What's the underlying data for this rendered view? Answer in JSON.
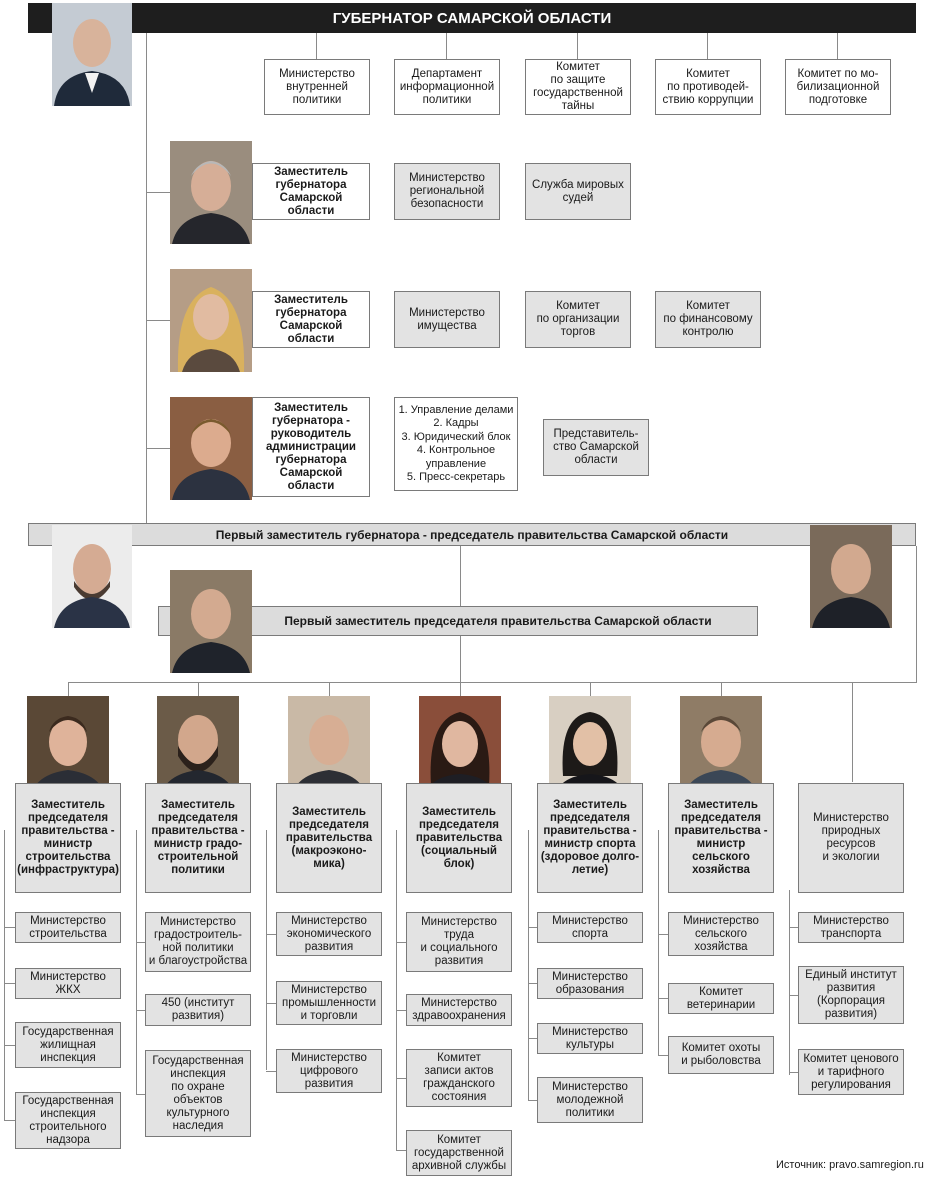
{
  "header": {
    "title": "ГУБЕРНАТОР САМАРСКОЙ ОБЛАСТИ"
  },
  "governor_units": [
    "Министерство\nвнутренней\nполитики",
    "Департамент\nинформационной\nполитики",
    "Комитет\nпо защите\nгосударственной\nтайны",
    "Комитет\nпо противодей-\nствию коррупции",
    "Комитет по мо-\nбилизационной\nподготовке"
  ],
  "deputies": [
    {
      "title": "Заместитель\nгубернатора\nСамарской\nобласти",
      "units": [
        "Министерство\nрегиональной\nбезопасности",
        "Служба мировых\nсудей"
      ]
    },
    {
      "title": "Заместитель\nгубернатора\nСамарской\nобласти",
      "units": [
        "Министерство\nимущества",
        "Комитет\nпо организации\nторгов",
        "Комитет\nпо финансовому\nконтролю"
      ]
    },
    {
      "title": "Заместитель\nгубернатора -\nруководитель\nадминистрации\nгубернатора\nСамарской\nобласти",
      "units": [
        "1. Управление делами\n2. Кадры\n3. Юридический блок\n4. Контрольное\nуправление\n5. Пресс-секретарь",
        "Представитель-\nство Самарской\nобласти"
      ]
    }
  ],
  "first_deputy_governor": "Первый заместитель губернатора - председатель правительства Самарской области",
  "first_deputy_chairman": "Первый заместитель председателя правительства Самарской области",
  "columns": [
    {
      "title": "Заместитель\nпредседателя\nправительства -\nминистр\nстроительства\n(инфраструктура)",
      "units": [
        "Министерство\nстроительства",
        "Министерство ЖКХ",
        "Государственная\nжилищная\nинспекция",
        "Государственная\nинспекция\nстроительного\nнадзора"
      ]
    },
    {
      "title": "Заместитель\nпредседателя\nправительства -\nминистр градо-\nстроительной\nполитики",
      "units": [
        "Министерство\nградостроитель-\nной политики\nи благоустройства",
        "450 (институт\nразвития)",
        "Государственная\nинспекция\nпо охране\nобъектов\nкультурного\nнаследия"
      ]
    },
    {
      "title": "Заместитель\nпредседателя\nправительства\n(макроэконо-\nмика)",
      "units": [
        "Министерство\nэкономического\nразвития",
        "Министерство\nпромышленности\nи торговли",
        "Министерство\nцифрового\nразвития"
      ]
    },
    {
      "title": "Заместитель\nпредседателя\nправительства\n(социальный\nблок)",
      "units": [
        "Министерство\nтруда\nи социального\nразвития",
        "Министерство\nздравоохранения",
        "Комитет\nзаписи актов\nгражданского\nсостояния",
        "Комитет\nгосударственной\nархивной службы"
      ]
    },
    {
      "title": "Заместитель\nпредседателя\nправительства -\nминистр спорта\n(здоровое долго-\nлетие)",
      "units": [
        "Министерство\nспорта",
        "Министерство\nобразования",
        "Министерство\nкультуры",
        "Министерство\nмолодежной\nполитики"
      ]
    },
    {
      "title": "Заместитель\nпредседателя\nправительства -\nминистр\nсельского\nхозяйства",
      "units": [
        "Министерство\nсельского\nхозяйства",
        "Комитет\nветеринарии",
        "Комитет охоты\nи рыболовства"
      ]
    },
    {
      "title": "Министерство\nприродных\nресурсов\nи экологии",
      "units": [
        "Министерство\nтранспорта",
        "Единый институт\nразвития\n(Корпорация\nразвития)",
        "Комитет ценового\nи тарифного\nрегулирования"
      ]
    }
  ],
  "source": "Источник: pravo.samregion.ru",
  "colors": {
    "banner_dark": "#1e1e1e",
    "banner_light": "#dcdcdc",
    "box_fill": "#e3e3e3",
    "line": "#8a8a8a"
  }
}
